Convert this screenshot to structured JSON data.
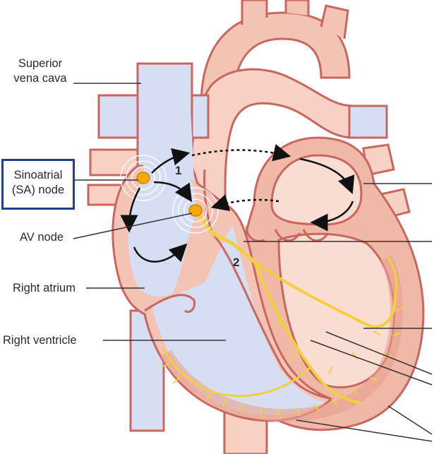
{
  "labels": {
    "superior_vena_cava_line1": "Superior",
    "superior_vena_cava_line2": "vena cava",
    "sinoatrial_line1": "Sinoatrial",
    "sinoatrial_line2": "(SA) node",
    "av_node": "AV node",
    "right_atrium": "Right atrium",
    "right_ventricle": "Right ventricle",
    "step_1": "1",
    "step_2": "2"
  },
  "colors": {
    "outline": "#c9665f",
    "wall_fill": "#f6d1c4",
    "wall_dark": "#f0b8a6",
    "blood_blue": "#d6def3",
    "node_fill": "#f5a800",
    "conduction": "#f2cf3f",
    "highlight_box": "#1f3f8c",
    "arrow": "#111111"
  }
}
